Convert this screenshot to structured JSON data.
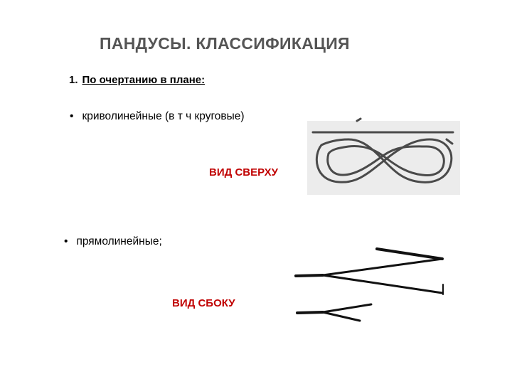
{
  "slide": {
    "title": "ПАНДУСЫ. КЛАССИФИКАЦИЯ",
    "heading_number": "1.",
    "heading_text": "По очертанию в плане:",
    "bullets": [
      {
        "marker": "•",
        "text": "криволинейные (в т ч круговые)"
      },
      {
        "marker": "•",
        "text": "прямолинейные;"
      }
    ],
    "captions": {
      "top_view": "ВИД СВЕРХУ",
      "side_view": "ВИД СБОКУ"
    }
  },
  "colors": {
    "title": "#555555",
    "caption": "#c00000",
    "figure_bg": "#ececec",
    "figure_line": "#4a4a4a"
  },
  "icons": {
    "top_view_figure": "figure-eight-ramp-plan",
    "side_view_figure": "straight-ramps-side-elevation"
  }
}
